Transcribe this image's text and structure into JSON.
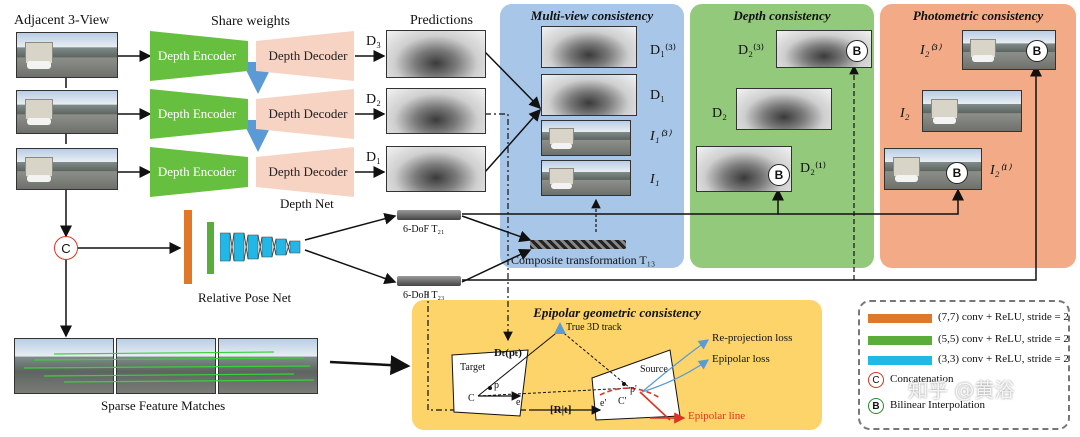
{
  "left": {
    "title": "Adjacent 3-View",
    "share": "Share weights",
    "encoder": "Depth Encoder",
    "decoder": "Depth Decoder",
    "predictions": "Predictions",
    "d3": "D₃",
    "d2": "D₂",
    "d1": "D₁",
    "depth_net": "Depth Net",
    "concat": "C",
    "pose_net": "Relative Pose Net",
    "sparse": "Sparse Feature Matches"
  },
  "poses": {
    "t21": "6-DoF T₂₁",
    "t23": "6-DoF T₂₃",
    "composite": "Composite transformation T₁₃"
  },
  "multiview": {
    "title": "Multi-view consistency",
    "d13": "D₁⁽³⁾",
    "d1": "D₁",
    "i13": "I₁⁽³⁾",
    "i1": "I₁"
  },
  "depthc": {
    "title": "Depth consistency",
    "d23": "D₂⁽³⁾",
    "d2": "D₂",
    "d21": "D₂⁽¹⁾"
  },
  "photo": {
    "title": "Photometric consistency",
    "i23": "I₂⁽³⁾",
    "i2": "I₂",
    "i21": "I₂⁽¹⁾"
  },
  "epipolar": {
    "title": "Epipolar geometric consistency",
    "track": "True 3D track",
    "reproj": "Re-projection loss",
    "epi_loss": "Epipolar loss",
    "dt": "Dₜ(pₜ)",
    "target": "Target",
    "source": "Source",
    "p": "p",
    "pprime": "p'",
    "c": "C",
    "cprime": "C'",
    "e": "e",
    "eprime": "e'",
    "rt": "[R|t]",
    "epi_line": "Epipolar line"
  },
  "legend": {
    "r1": "(7,7) conv + ReLU, stride = 2",
    "r2": "(5,5) conv + ReLU, stride = 2",
    "r3": "(3,3) conv + ReLU, stride = 2",
    "r4": "Concatenation",
    "r5": "Bilinear Interpolation",
    "c_sym": "C",
    "b_sym": "B",
    "watermark": "知乎 @黄浴"
  },
  "bsym": "B",
  "colors": {
    "blue_panel": "#a8c6e8",
    "green_panel": "#93c97a",
    "orange_panel": "#f2ab86",
    "yellow_panel": "#fdd46a",
    "conv7": "#e0782a",
    "conv5": "#5aad3a",
    "conv3": "#21b8e8"
  }
}
